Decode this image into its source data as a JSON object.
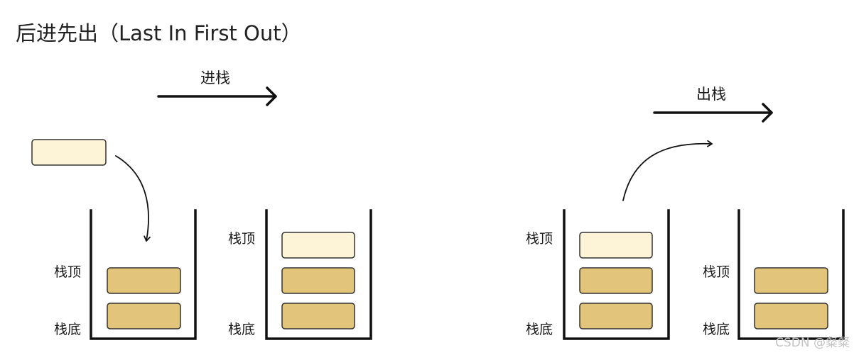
{
  "title": "后进先出（Last In First Out）",
  "colors": {
    "element_fill": "#E2C57A",
    "new_element_fill": "#FDF3D6",
    "element_stroke": "#333333",
    "line_color": "#111111",
    "watermark_color": "#C4C4C4"
  },
  "push": {
    "label": "进栈",
    "incoming_element_color": "new_element_fill",
    "before": {
      "top_label": "栈顶",
      "bottom_label": "栈底",
      "elements": [
        "element_fill",
        "element_fill"
      ]
    },
    "after": {
      "top_label": "栈顶",
      "bottom_label": "栈底",
      "elements": [
        "element_fill",
        "element_fill",
        "new_element_fill"
      ]
    }
  },
  "pop": {
    "label": "出栈",
    "before": {
      "top_label": "栈顶",
      "bottom_label": "栈底",
      "elements": [
        "element_fill",
        "element_fill",
        "new_element_fill"
      ]
    },
    "after": {
      "top_label": "栈顶",
      "bottom_label": "栈底",
      "elements": [
        "element_fill",
        "element_fill"
      ]
    }
  },
  "watermark": "CSDN @粲粲"
}
